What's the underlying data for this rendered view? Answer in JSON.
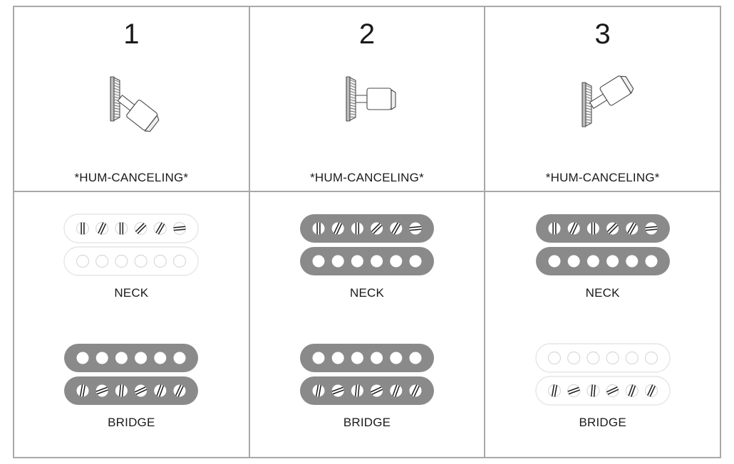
{
  "diagram": {
    "title_text_visible": false,
    "colors": {
      "frame_line": "#a8a8a8",
      "text": "#1a1a1a",
      "pickup_active_fill": "#8a8a8a",
      "pickup_inactive_fill": "#ffffff",
      "pickup_inactive_stroke": "#e6e6e6",
      "pole_active_fill": "#ffffff",
      "pole_inactive_stroke": "#d8d8d8",
      "slot_line": "#1a1a1a",
      "switch_body_stroke": "#4a4a4a",
      "switch_plate_fill": "#d9d9d9"
    },
    "rows": {
      "switch_row_label_suffix": "*HUM-CANCELING*",
      "pickup_row_labels": [
        "NECK",
        "BRIDGE"
      ]
    },
    "columns": [
      {
        "position_number": "1",
        "switch_icon": "toggle-switch-down-right-icon",
        "switch_angle_deg": 38,
        "hum_label": "*HUM-CANCELING*",
        "neck": {
          "label": "NECK",
          "active": false,
          "top_coil": "slots",
          "bottom_coil": "circles",
          "slot_angles_deg": [
            0,
            25,
            0,
            45,
            30,
            85
          ]
        },
        "bridge": {
          "label": "BRIDGE",
          "active": true,
          "top_coil": "circles",
          "bottom_coil": "slots",
          "slot_angles_deg": [
            10,
            70,
            5,
            65,
            20,
            25
          ]
        }
      },
      {
        "position_number": "2",
        "switch_icon": "toggle-switch-center-icon",
        "switch_angle_deg": 0,
        "hum_label": "*HUM-CANCELING*",
        "neck": {
          "label": "NECK",
          "active": true,
          "top_coil": "slots",
          "bottom_coil": "circles",
          "slot_angles_deg": [
            0,
            25,
            0,
            45,
            30,
            85
          ]
        },
        "bridge": {
          "label": "BRIDGE",
          "active": true,
          "top_coil": "circles",
          "bottom_coil": "slots",
          "slot_angles_deg": [
            10,
            70,
            5,
            65,
            20,
            25
          ]
        }
      },
      {
        "position_number": "3",
        "switch_icon": "toggle-switch-up-right-icon",
        "switch_angle_deg": -32,
        "hum_label": "*HUM-CANCELING*",
        "neck": {
          "label": "NECK",
          "active": true,
          "top_coil": "slots",
          "bottom_coil": "circles",
          "slot_angles_deg": [
            0,
            25,
            0,
            45,
            30,
            85
          ]
        },
        "bridge": {
          "label": "BRIDGE",
          "active": false,
          "top_coil": "circles",
          "bottom_coil": "slots",
          "slot_angles_deg": [
            10,
            70,
            5,
            65,
            20,
            25
          ]
        }
      }
    ]
  }
}
